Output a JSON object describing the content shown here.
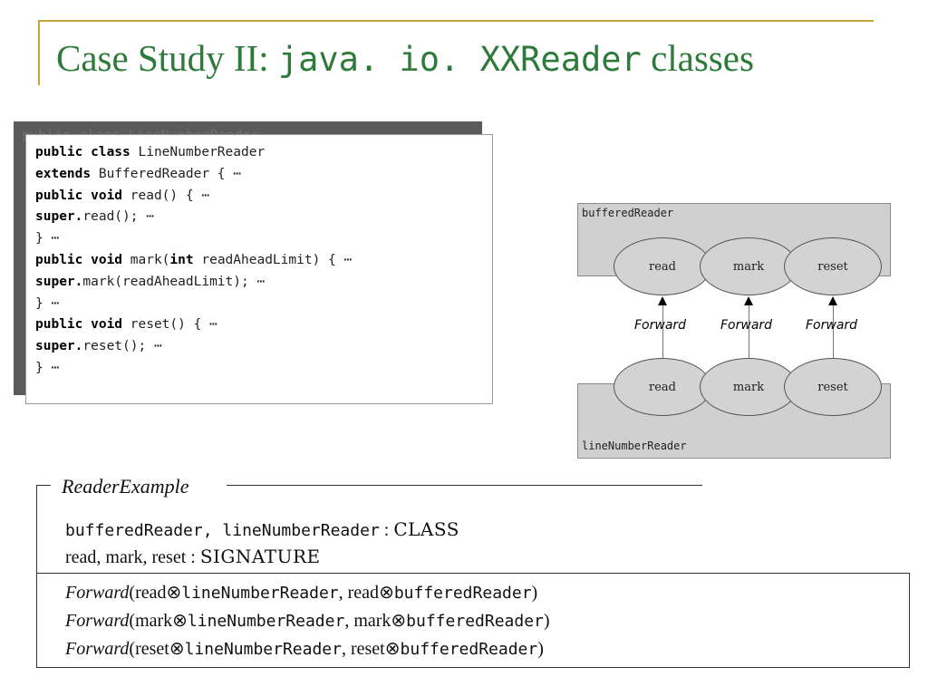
{
  "slide": {
    "title_prefix": "Case Study II: ",
    "title_code": "java. io. XXReader",
    "title_suffix": "classes"
  },
  "code": {
    "shadow_text": "public class LineNumberReader",
    "lines": [
      [
        {
          "t": "public class",
          "k": true
        },
        {
          "t": " LineNumberReader",
          "k": false
        }
      ],
      [
        {
          "t": "   extends",
          "k": true
        },
        {
          "t": " BufferedReader {  ⋯",
          "k": false
        }
      ],
      [
        {
          "t": "   public void",
          "k": true
        },
        {
          "t": " read() { ⋯",
          "k": false
        }
      ],
      [
        {
          "t": "      super.",
          "k": true
        },
        {
          "t": "read(); ⋯",
          "k": false
        }
      ],
      [
        {
          "t": "   } ⋯",
          "k": false
        }
      ],
      [
        {
          "t": "   public void",
          "k": true
        },
        {
          "t": " mark(",
          "k": false
        },
        {
          "t": "int",
          "k": true
        },
        {
          "t": " readAheadLimit) { ⋯",
          "k": false
        }
      ],
      [
        {
          "t": "      super.",
          "k": true
        },
        {
          "t": "mark(readAheadLimit); ⋯",
          "k": false
        }
      ],
      [
        {
          "t": "   } ⋯",
          "k": false
        }
      ],
      [
        {
          "t": "   public void",
          "k": true
        },
        {
          "t": " reset() { ⋯",
          "k": false
        }
      ],
      [
        {
          "t": "      super.",
          "k": true
        },
        {
          "t": "reset(); ⋯",
          "k": false
        }
      ],
      [
        {
          "t": "   } ⋯",
          "k": false
        }
      ]
    ]
  },
  "diagram": {
    "top_box_label": "bufferedReader",
    "bottom_box_label": "lineNumberReader",
    "top_methods": [
      "read",
      "mark",
      "reset"
    ],
    "bottom_methods": [
      "read",
      "mark",
      "reset"
    ],
    "arrow_labels": [
      "Forward",
      "Forward",
      "Forward"
    ]
  },
  "spec": {
    "name": "ReaderExample",
    "class_line": {
      "idents": "bufferedReader, lineNumberReader",
      "sep": " : ",
      "sort": "CLASS"
    },
    "sig_line": {
      "idents": "read, mark, reset",
      "sep": " : ",
      "sort": "SIGNATURE"
    },
    "axioms": [
      {
        "pred": "Forward",
        "m1": "read",
        "c1": "lineNumberReader",
        "m2": "read",
        "c2": "bufferedReader"
      },
      {
        "pred": "Forward",
        "m1": "mark",
        "c1": "lineNumberReader",
        "m2": "mark",
        "c2": "bufferedReader"
      },
      {
        "pred": "Forward",
        "m1": "reset",
        "c1": "lineNumberReader",
        "m2": "reset",
        "c2": "bufferedReader"
      }
    ],
    "op_symbol": "⊗"
  }
}
